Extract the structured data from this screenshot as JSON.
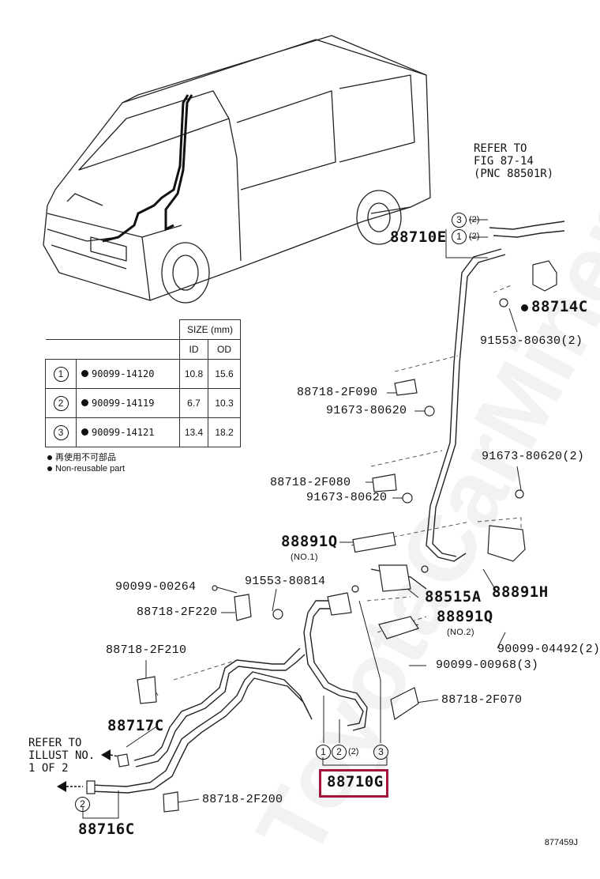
{
  "watermark": "ToyotaCarMiner.ru",
  "figure_id": "877459J",
  "legend": {
    "size_header": "SIZE (mm)",
    "id_header": "ID",
    "od_header": "OD",
    "rows": [
      {
        "num": "1",
        "code": "90099-14120",
        "id": "10.8",
        "od": "15.6"
      },
      {
        "num": "2",
        "code": "90099-14119",
        "id": "6.7",
        "od": "10.3"
      },
      {
        "num": "3",
        "code": "90099-14121",
        "id": "13.4",
        "od": "18.2"
      }
    ],
    "footnote_jp": "再使用不可部品",
    "footnote_en": "Non-reusable part"
  },
  "refer_top": "REFER TO\nFIG 87-14\n(PNC 88501R)",
  "refer_left": "REFER TO\nILLUST NO.\n1 OF 2",
  "labels": {
    "p88710E": "88710E",
    "p88714C": "88714C",
    "p91553_80630": "91553-80630(2)",
    "p88718_2F090": "88718-2F090",
    "p91673_80620a": "91673-80620",
    "p91673_80620_2": "91673-80620(2)",
    "p88718_2F080": "88718-2F080",
    "p91673_80620b": "91673-80620",
    "p88891Q_1": "88891Q",
    "no1": "(NO.1)",
    "p88515A": "88515A",
    "p88891H": "88891H",
    "p90099_00264": "90099-00264",
    "p91553_80814": "91553-80814",
    "p88718_2F220": "88718-2F220",
    "p88891Q_2": "88891Q",
    "no2": "(NO.2)",
    "p90099_04492": "90099-04492(2)",
    "p88718_2F210": "88718-2F210",
    "p90099_00968": "90099-00968(3)",
    "p88718_2F070": "88718-2F070",
    "p88717C": "88717C",
    "p88710G": "88710G",
    "p88718_2F200": "88718-2F200",
    "p88716C": "88716C",
    "paren2": "(2)",
    "c1": "1",
    "c2": "2",
    "c3": "3"
  }
}
